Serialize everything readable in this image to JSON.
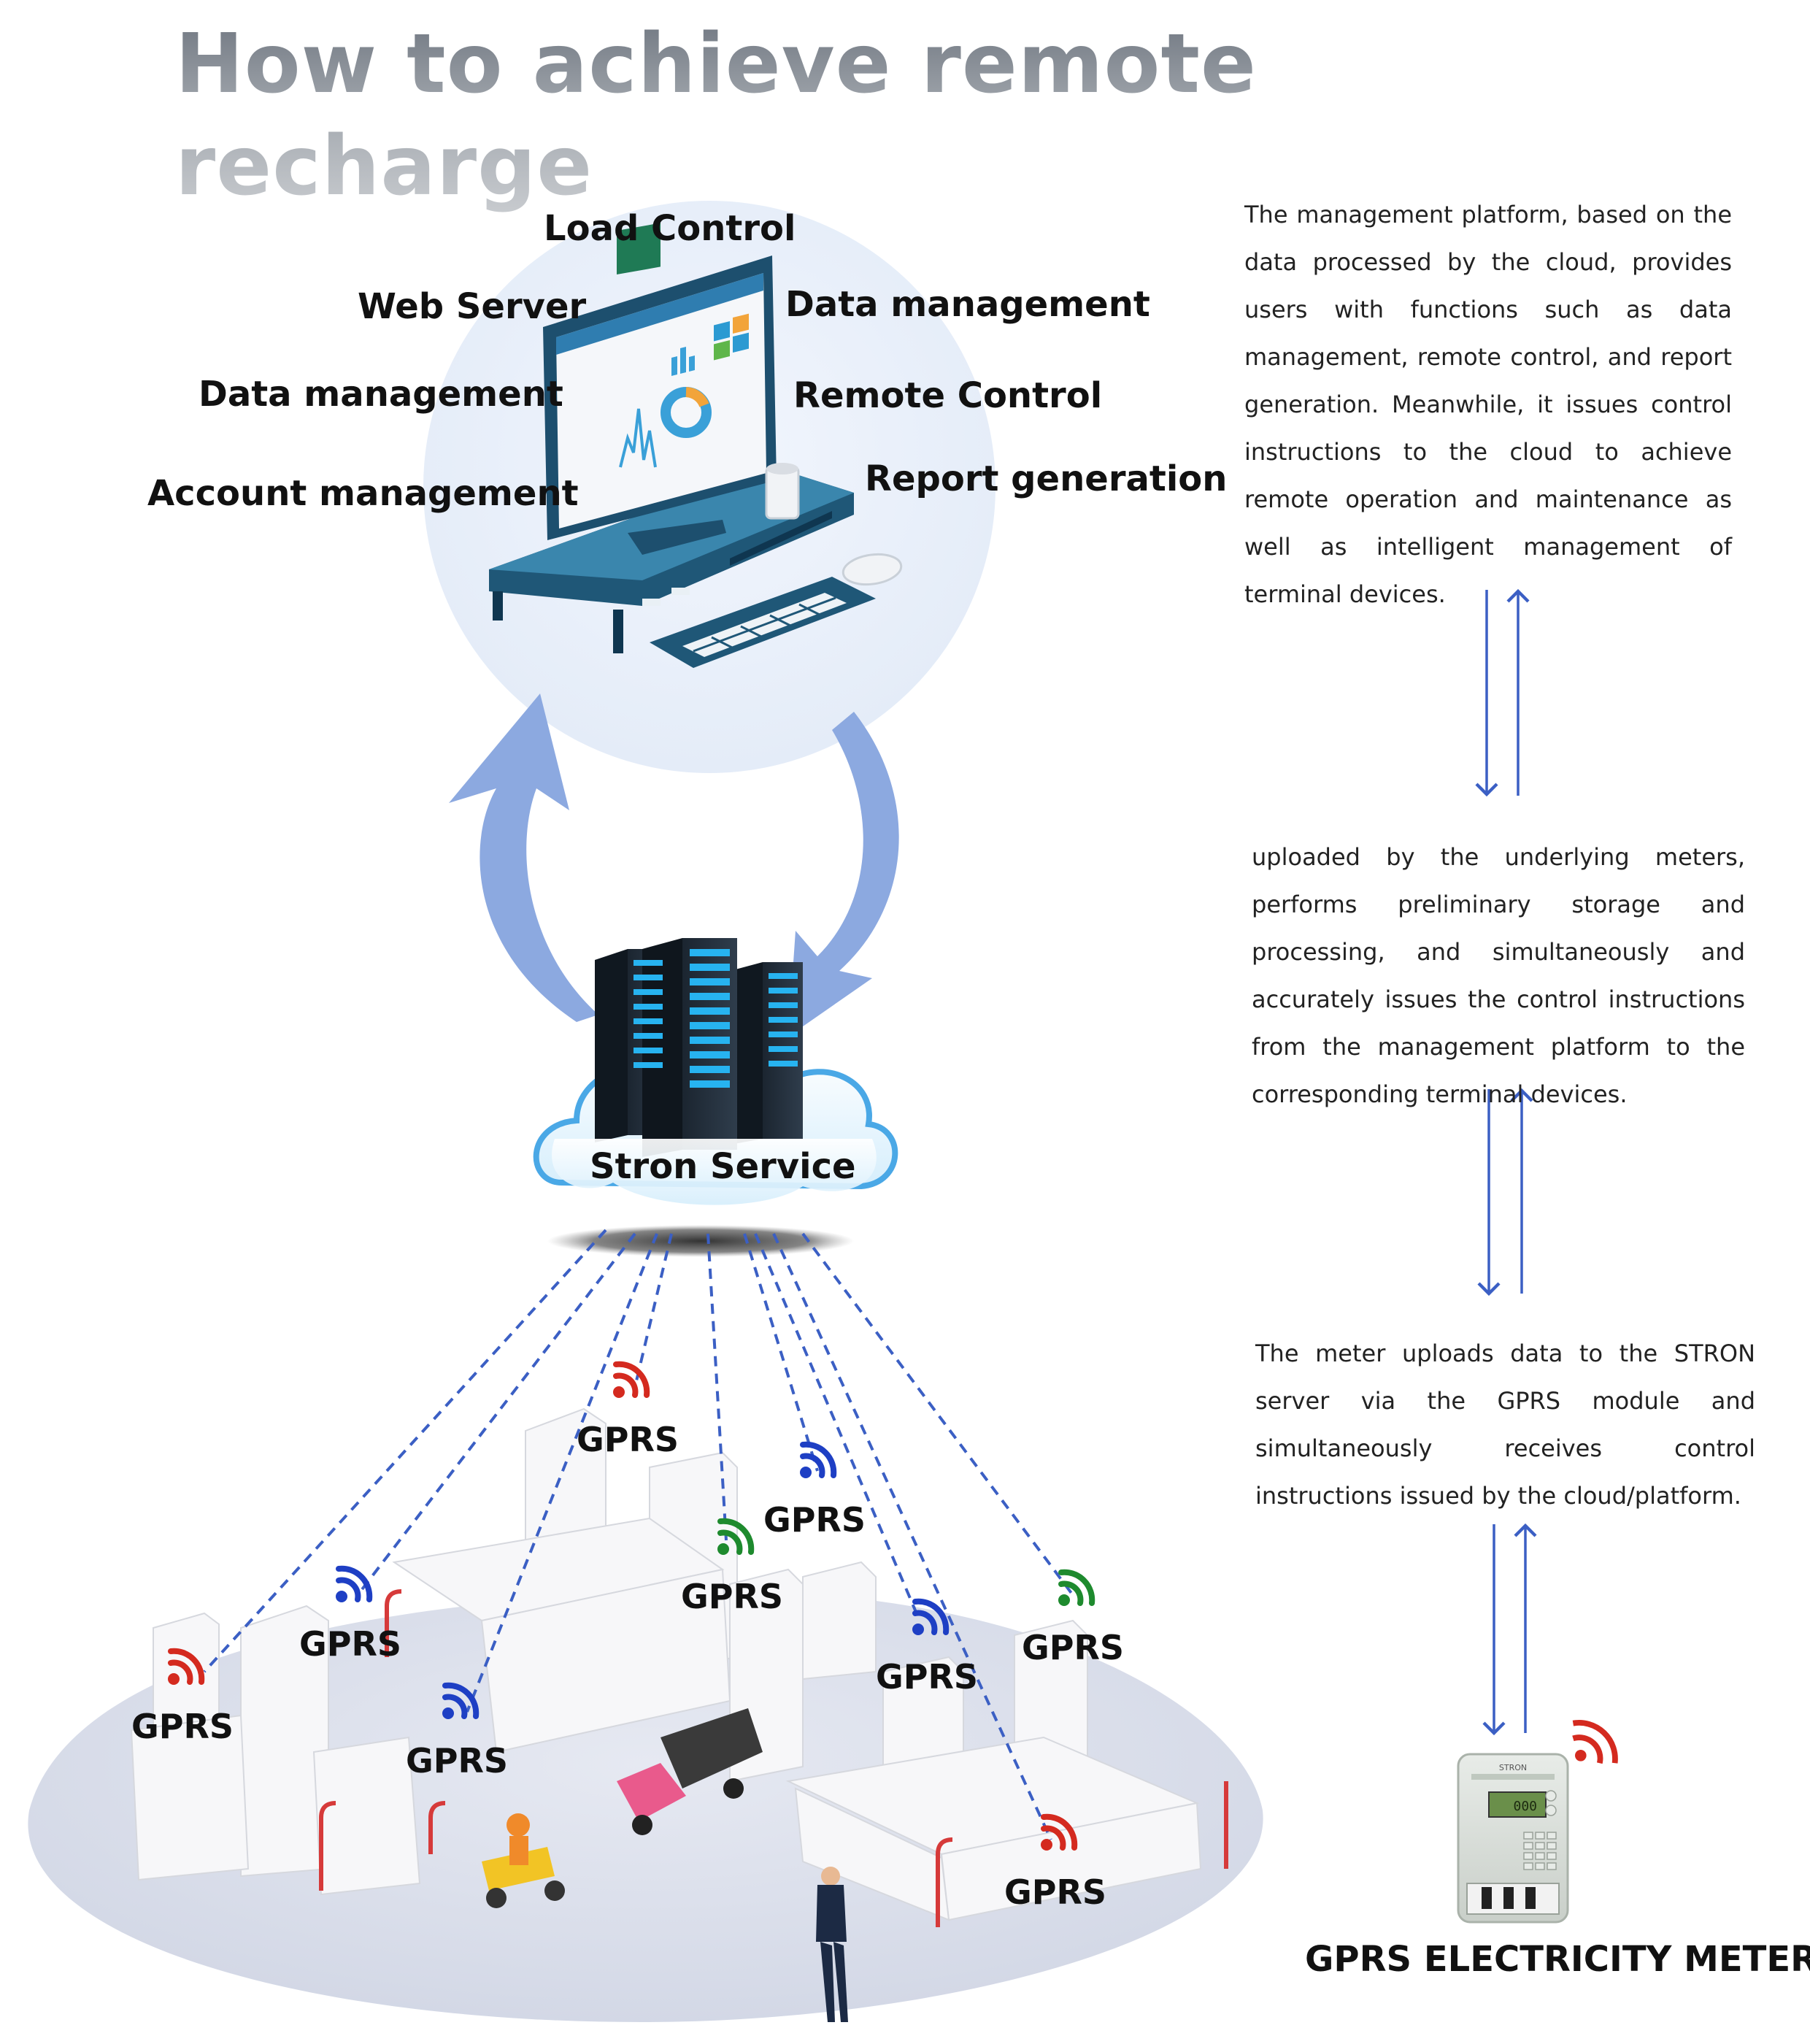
{
  "title": "How to achieve remote recharge",
  "features": {
    "load_control": "Load Control",
    "web_server": "Web Server",
    "data_management_right": "Data management",
    "data_management_left": "Data management",
    "remote_control": "Remote Control",
    "account_management": "Account management",
    "report_generation": "Report generation"
  },
  "cloud_label": "Stron Service",
  "meter_label": "GPRS ELECTRICITY METER",
  "descriptions": {
    "platform": "The management platform, based on the data processed by the cloud, provides users with functions such as data management, remote control, and report generation. Meanwhile, it issues control instructions to the cloud to achieve remote operation and maintenance as well as intelligent management of terminal devices.",
    "cloud": "uploaded by the underlying meters, performs preliminary storage and processing, and simultaneously and accurately issues the control instructions from the management platform to the corresponding terminal devices.",
    "meter": "The meter uploads data to the STRON server via the GPRS module and simultaneously receives control instructions issued by the cloud/platform."
  },
  "gprs_nodes": [
    {
      "label": "GPRS",
      "color": "#d42a1f"
    },
    {
      "label": "GPRS",
      "color": "#1e3fc4"
    },
    {
      "label": "GPRS",
      "color": "#1e8a2e"
    },
    {
      "label": "GPRS",
      "color": "#1e3fc4"
    },
    {
      "label": "GPRS",
      "color": "#d42a1f"
    },
    {
      "label": "GPRS",
      "color": "#1e3fc4"
    },
    {
      "label": "GPRS",
      "color": "#1e3fc4"
    },
    {
      "label": "GPRS",
      "color": "#1e8a2e"
    },
    {
      "label": "GPRS",
      "color": "#d42a1f"
    }
  ],
  "meter_screen_value": "000",
  "meter_brand": "STRON"
}
